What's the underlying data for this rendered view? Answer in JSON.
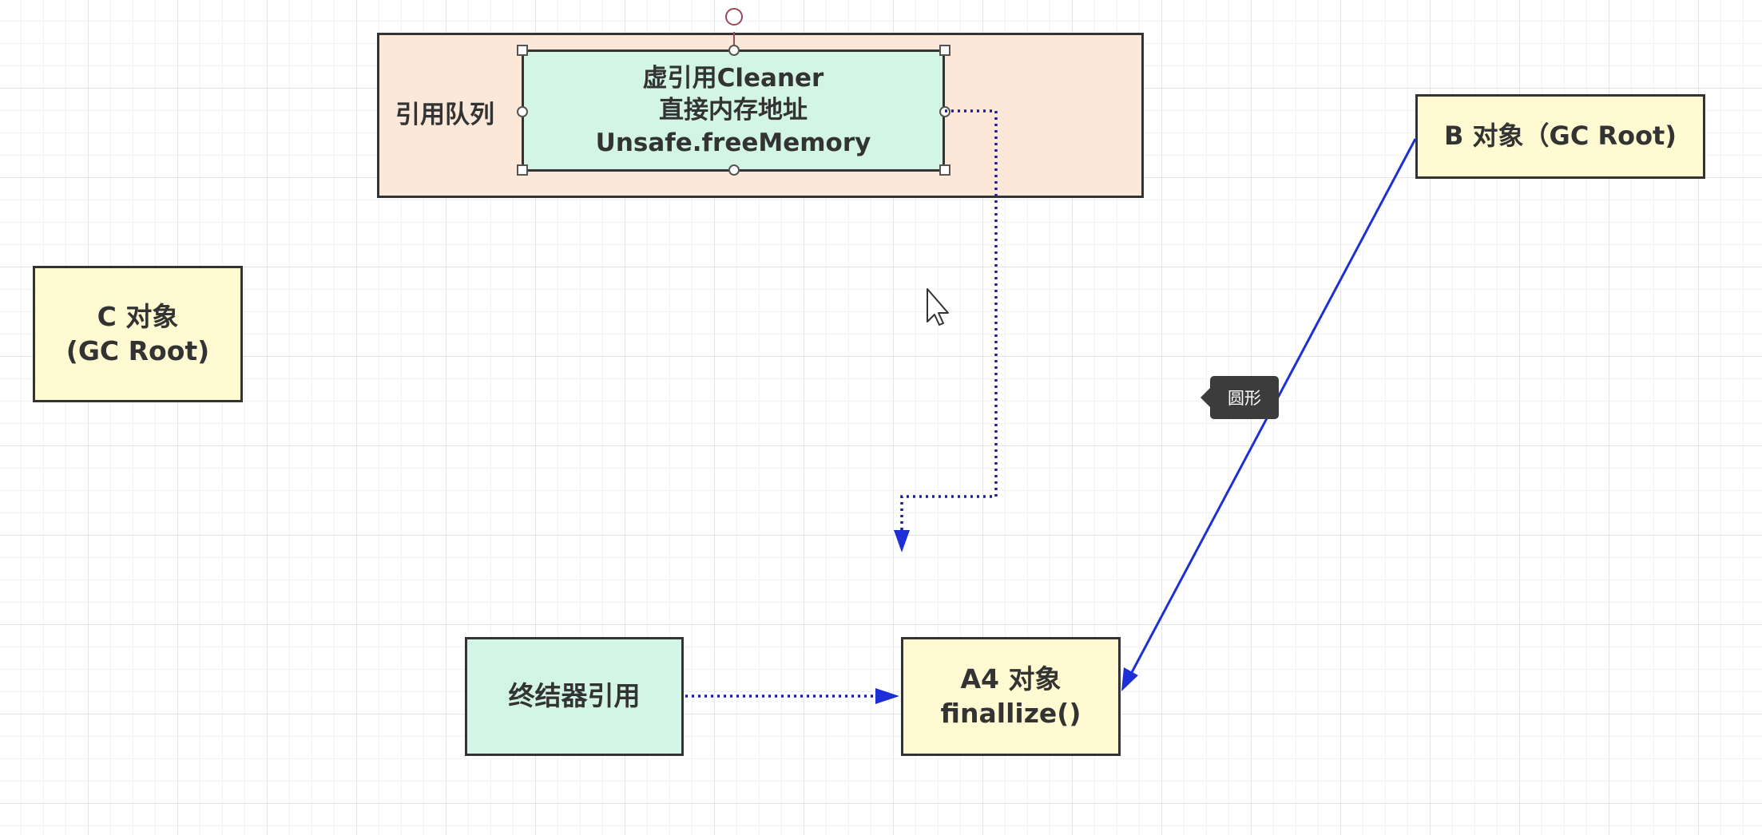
{
  "diagram": {
    "queue": {
      "label": "引用队列",
      "cleaner": {
        "line1": "虚引用Cleaner",
        "line2": "直接内存地址",
        "line3": "Unsafe.freeMemory"
      }
    },
    "c_object": {
      "line1": "C 对象",
      "line2": "(GC Root)"
    },
    "b_object": {
      "label": "B 对象（GC Root)"
    },
    "finalizer_ref": {
      "label": "终结器引用"
    },
    "a4_object": {
      "line1": "A4 对象",
      "line2": "finallize()"
    },
    "tooltip": {
      "text": "圆形"
    }
  },
  "colors": {
    "yellow_fill": "#fffad1",
    "green_fill": "#d3f5e6",
    "peach_fill": "#fce8d8",
    "arrow_blue": "#1f2fd6",
    "dotted_blue": "#1a1aa8",
    "border": "#333333"
  },
  "icons": {
    "cursor": "mouse-pointer-icon"
  }
}
